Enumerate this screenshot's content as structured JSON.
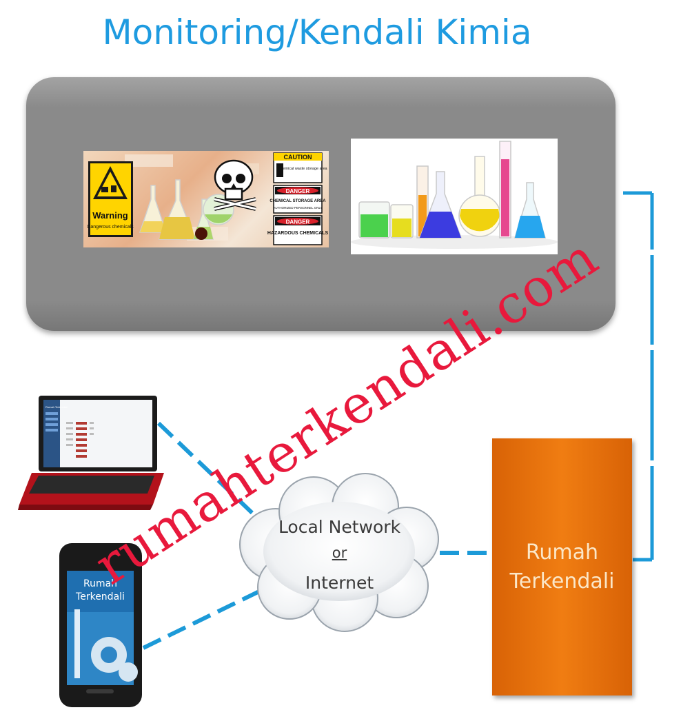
{
  "title": "Monitoring/Kendali Kimia",
  "warning_image": {
    "warning_label": "Warning",
    "warning_sub": "Dangerous chemicals",
    "caution_label": "CAUTION",
    "caution_text": "Chemical waste storage area",
    "danger1_label": "DANGER",
    "danger1_text": "CHEMICAL STORAGE AREA",
    "danger1_sub": "AUTHORIZED PERSONNEL ONLY",
    "danger2_label": "DANGER",
    "danger2_text": "HAZARDOUS CHEMICALS"
  },
  "laptop_screen": {
    "header": "Rumah Terkendali"
  },
  "phone_screen": {
    "line1": "Rumah",
    "line2": "Terkendali"
  },
  "cloud": {
    "line1": "Local Network",
    "line2": "or",
    "line3": "Internet"
  },
  "controller": {
    "line1": "Rumah",
    "line2": "Terkendali"
  },
  "watermark": "rumahterkendali.com",
  "colors": {
    "title": "#1e9be0",
    "connector": "#1c9ad8",
    "controller": "#ee7a10",
    "watermark": "#e8193c"
  }
}
